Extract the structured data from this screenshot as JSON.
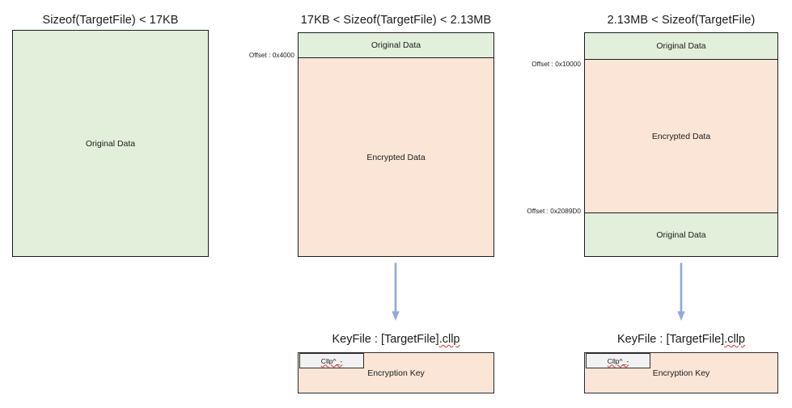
{
  "diagram": {
    "arrow_color": "#8faadc",
    "green_fill": "#e2efda",
    "peach_fill": "#fbe5d6",
    "tag_fill": "#f2f2f2",
    "border_color": "#1c1c1c"
  },
  "columns": [
    {
      "title": "Sizeof(TargetFile) < 17KB",
      "segments": [
        {
          "label": "Original Data",
          "fill": "green"
        }
      ],
      "offsets": [],
      "keyfile": null
    },
    {
      "title": "17KB < Sizeof(TargetFile) < 2.13MB",
      "segments": [
        {
          "label": "Original Data",
          "fill": "green"
        },
        {
          "label": "Encrypted Data",
          "fill": "peach"
        }
      ],
      "offsets": [
        {
          "label": "Offset : 0x4000"
        }
      ],
      "keyfile": {
        "title_main": "KeyFile : [TargetFile]",
        "title_ext": ".cllp",
        "tag": "Cllp^_-",
        "body_label": "Encryption Key"
      }
    },
    {
      "title": "2.13MB < Sizeof(TargetFile)",
      "segments": [
        {
          "label": "Original Data",
          "fill": "green"
        },
        {
          "label": "Encrypted Data",
          "fill": "peach"
        },
        {
          "label": "Original Data",
          "fill": "green"
        }
      ],
      "offsets": [
        {
          "label": "Offset : 0x10000"
        },
        {
          "label": "Offset : 0x2089D0"
        }
      ],
      "keyfile": {
        "title_main": "KeyFile : [TargetFile]",
        "title_ext": ".cllp",
        "tag": "Cllp^_-",
        "body_label": "Encryption Key"
      }
    }
  ]
}
